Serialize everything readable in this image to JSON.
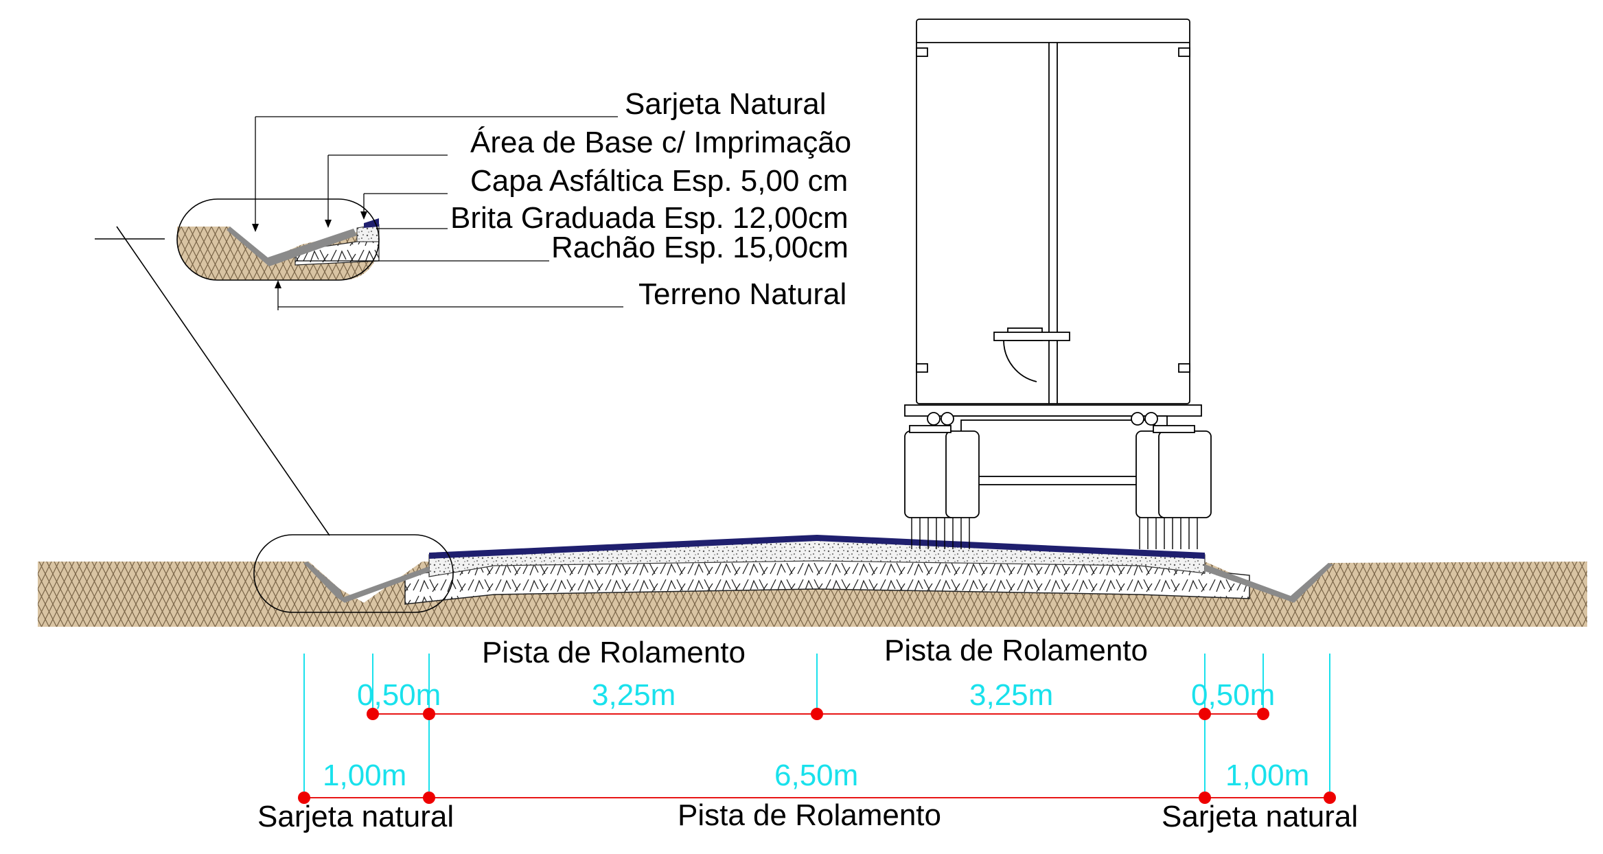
{
  "colors": {
    "asphalt": "#1f1f6e",
    "dimension": "#19e1ec",
    "dimension_line": "#e81515",
    "point": "#ee0000",
    "soil_fill": "#d9c4a3",
    "soil_hatch": "#6b5a42",
    "gutter": "#8a8a8a",
    "line": "#000000"
  },
  "detail_labels": {
    "sarjeta_natural": "Sarjeta Natural",
    "area_base": "Área de Base c/ Imprimação",
    "capa_asfaltica": "Capa Asfáltica Esp. 5,00 cm",
    "brita_graduada": "Brita Graduada Esp. 12,00cm",
    "rachao": "Rachão Esp. 15,00cm",
    "terreno_natural": "Terreno Natural"
  },
  "section_labels": {
    "pista_left": "Pista de Rolamento",
    "pista_right": "Pista de Rolamento",
    "pista_bottom": "Pista de Rolamento",
    "sarjeta_left": "Sarjeta natural",
    "sarjeta_right": "Sarjeta natural"
  },
  "dimensions": {
    "top_row": [
      "0,50m",
      "3,25m",
      "3,25m",
      "0,50m"
    ],
    "bottom_row": [
      "1,00m",
      "6,50m",
      "1,00m"
    ]
  },
  "icons": [
    "truck-icon",
    "soil-hatch-pattern"
  ]
}
